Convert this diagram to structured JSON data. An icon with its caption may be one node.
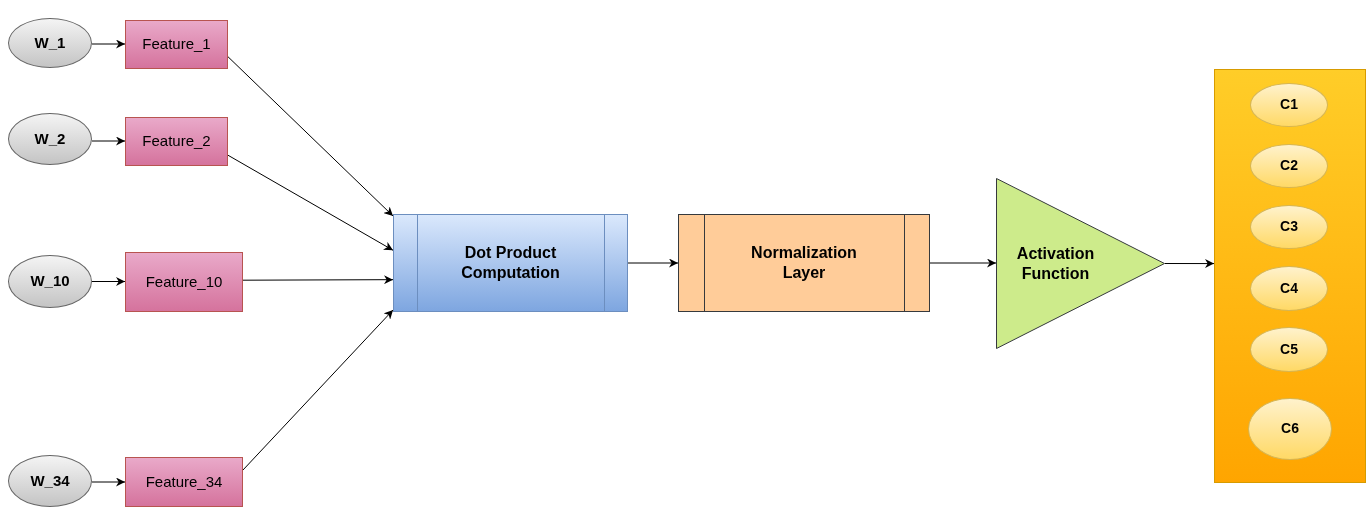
{
  "diagram": {
    "nodes": [
      {
        "text": [
          "W_1"
        ]
      },
      {
        "text": [
          "Feature_1"
        ]
      },
      {
        "text": [
          "W_2"
        ]
      },
      {
        "text": [
          "Feature_2"
        ]
      },
      {
        "text": [
          "W_10"
        ]
      },
      {
        "text": [
          "Feature_10"
        ]
      },
      {
        "text": [
          "W_34"
        ]
      },
      {
        "text": [
          "Feature_34"
        ]
      },
      {
        "text": [
          "Dot Product Computation"
        ]
      },
      {
        "text": [
          "Normalization Layer"
        ]
      },
      {
        "text": [
          "Activation Function"
        ]
      },
      {
        "text": [],
        "shape": "box"
      },
      {
        "text": [
          "C1"
        ],
        "in": 11
      },
      {
        "text": [
          "C2"
        ],
        "in": 11
      },
      {
        "text": [
          "C3"
        ],
        "in": 11
      },
      {
        "text": [
          "C4"
        ],
        "in": 11
      },
      {
        "text": [
          "C5"
        ],
        "in": 11
      },
      {
        "text": [
          "C6"
        ],
        "in": 11
      }
    ],
    "edges": [
      {
        "from": 0,
        "to": 1,
        "arrow": "to"
      },
      {
        "from": 2,
        "to": 3,
        "arrow": "to"
      },
      {
        "from": 4,
        "to": 5,
        "arrow": "to"
      },
      {
        "from": 6,
        "to": 7,
        "arrow": "to"
      },
      {
        "from": 1,
        "to": 8,
        "arrow": "to"
      },
      {
        "from": 3,
        "to": 8,
        "arrow": "to"
      },
      {
        "from": 5,
        "to": 8,
        "arrow": "to"
      },
      {
        "from": 7,
        "to": 8,
        "arrow": "to"
      },
      {
        "from": 8,
        "to": 9,
        "arrow": "to"
      },
      {
        "from": 9,
        "to": 10,
        "arrow": "to"
      },
      {
        "from": 10,
        "to": 11,
        "arrow": "to"
      }
    ]
  }
}
